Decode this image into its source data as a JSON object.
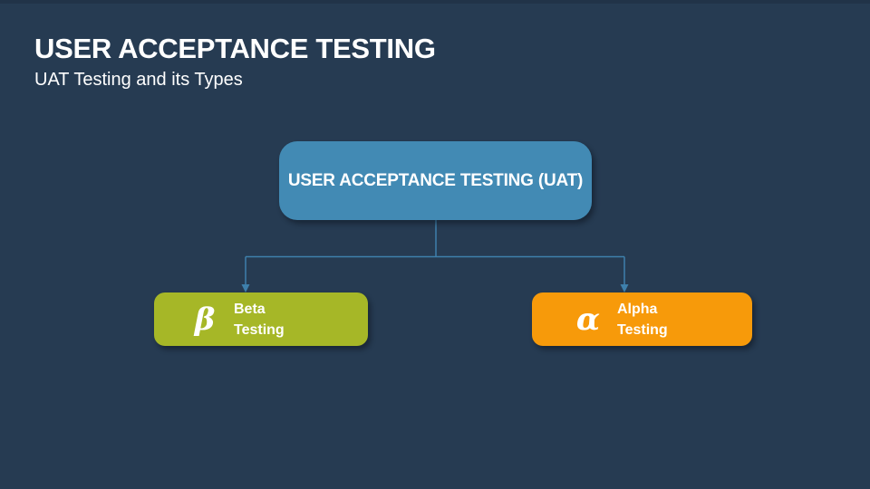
{
  "slide": {
    "title": "USER ACCEPTANCE TESTING",
    "subtitle": "UAT Testing and its Types",
    "background_color": "#263B52",
    "top_edge_color": "#213348",
    "text_color": "#FFFFFF"
  },
  "diagram": {
    "root_node": {
      "label": "USER ACCEPTANCE TESTING (UAT)",
      "fill_color": "#428AB4",
      "text_color": "#FFFFFF"
    },
    "connector_color": "#3E80AC",
    "child_nodes": [
      {
        "symbol": "β",
        "name": "Beta",
        "type_word": "Testing",
        "fill_color": "#A6B727",
        "text_color": "#FFFFFF"
      },
      {
        "symbol": "α",
        "name": "Alpha",
        "type_word": "Testing",
        "fill_color": "#F79A0A",
        "text_color": "#FFFFFF"
      }
    ]
  }
}
